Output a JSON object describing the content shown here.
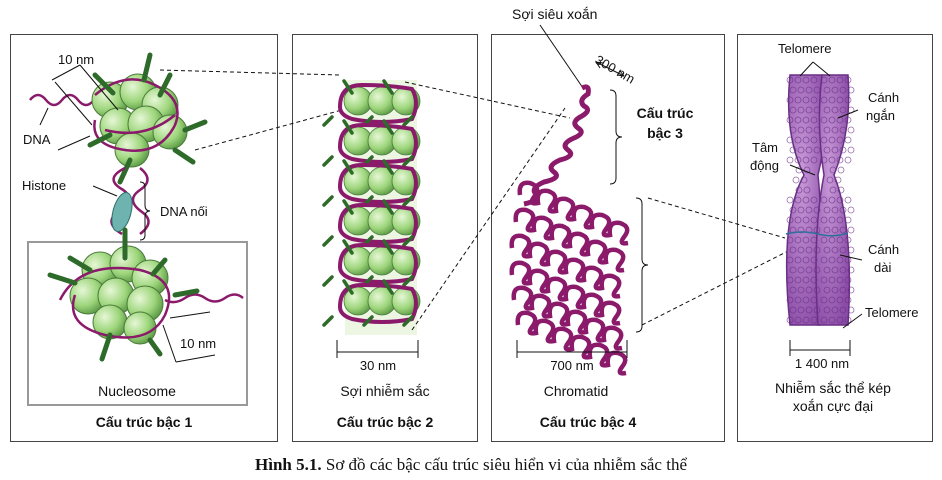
{
  "panels": [
    {
      "heading": "Cấu trúc bậc 1",
      "label": "Nucleosome"
    },
    {
      "heading": "Cấu trúc bậc 2",
      "label": "Sợi nhiễm sắc",
      "dimension": "30 nm"
    },
    {
      "heading": "Cấu trúc bậc 4",
      "label": "Chromatid",
      "dimension": "700 nm"
    },
    {
      "label_line1": "Nhiễm sắc thể kép",
      "label_line2": "xoắn cực đại",
      "dimension": "1 400 nm"
    }
  ],
  "panel1": {
    "dna": "DNA",
    "histone": "Histone",
    "linker": "DNA nối",
    "top_dim": "10 nm",
    "bottom_dim": "10 nm"
  },
  "panel3": {
    "supercoil": "Sợi siêu xoắn",
    "coil_dim": "300 nm",
    "level3_line1": "Cấu trúc",
    "level3_line2": "bậc 3"
  },
  "panel4": {
    "telomere_top": "Telomere",
    "short_arm_1": "Cánh",
    "short_arm_2": "ngắn",
    "centromere_1": "Tâm",
    "centromere_2": "động",
    "long_arm_1": "Cánh",
    "long_arm_2": "dài",
    "telomere_bottom": "Telomere"
  },
  "caption": {
    "label": "Hình 5.1.",
    "text": " Sơ đồ các bậc cấu trúc siêu hiển vi của nhiễm sắc thể"
  },
  "colors": {
    "dna": "#8b1a6b",
    "histone": "#8fcf6a",
    "histone_dark": "#2e6b2a",
    "linker_protein": "#6fb3b0",
    "chromosome": "#9b59b6"
  }
}
